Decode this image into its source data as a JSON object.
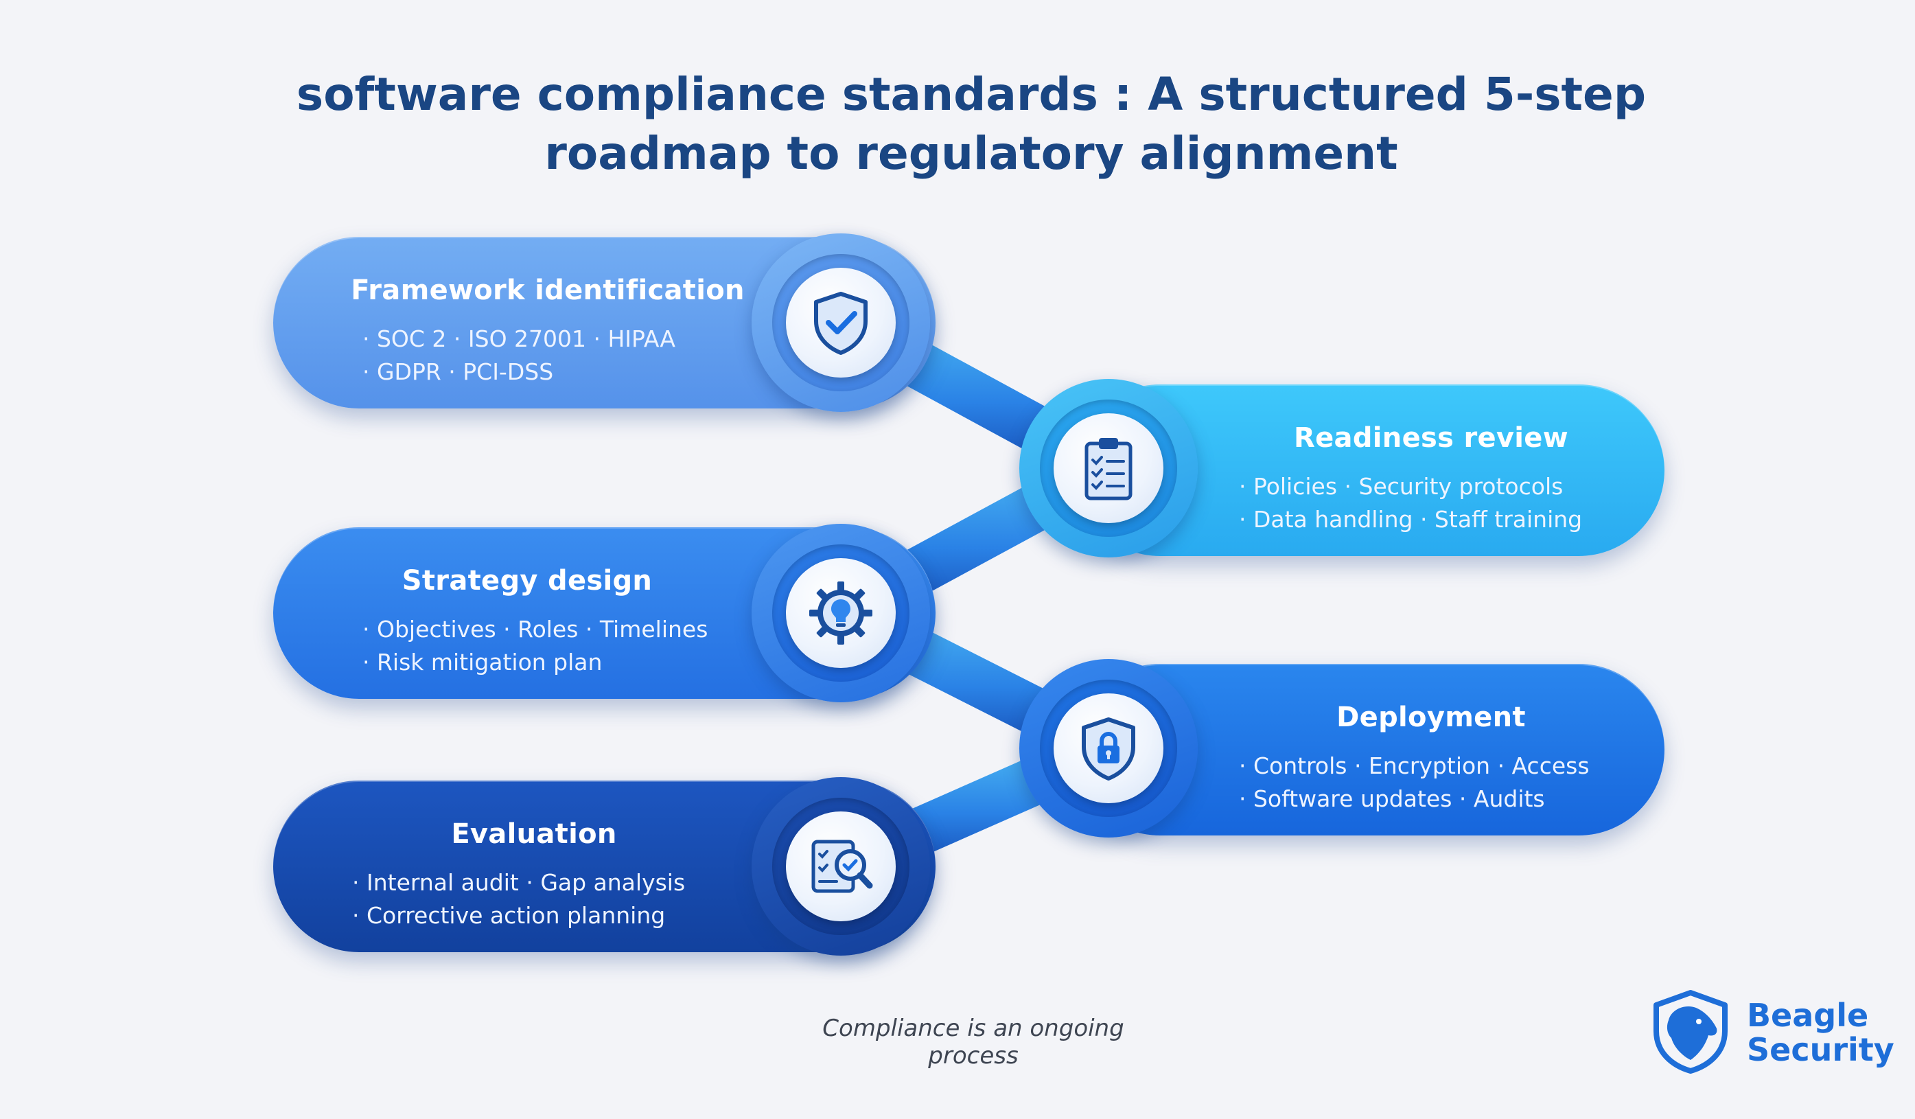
{
  "title": {
    "line1": "software compliance standards : A structured 5-step",
    "line2": "roadmap to regulatory alignment"
  },
  "steps": [
    {
      "heading": "Framework identification",
      "bullets": [
        "· SOC 2 · ISO 27001 · HIPAA",
        "· GDPR · PCI-DSS"
      ],
      "icon": "shield-check-icon",
      "color": "#5f9ff0"
    },
    {
      "heading": "Readiness review",
      "bullets": [
        "· Policies · Security protocols",
        "· Data handling · Staff training"
      ],
      "icon": "clipboard-checklist-icon",
      "color": "#35bdf5"
    },
    {
      "heading": "Strategy design",
      "bullets": [
        "· Objectives · Roles · Timelines",
        "· Risk mitigation plan"
      ],
      "icon": "gear-lightbulb-icon",
      "color": "#2f7fe8"
    },
    {
      "heading": "Deployment",
      "bullets": [
        "· Controls · Encryption · Access",
        "· Software updates · Audits"
      ],
      "icon": "shield-lock-icon",
      "color": "#1c76e6"
    },
    {
      "heading": "Evaluation",
      "bullets": [
        "· Internal audit · Gap analysis",
        "· Corrective action planning"
      ],
      "icon": "document-magnifier-icon",
      "color": "#184fb5"
    }
  ],
  "footer": "Compliance is an ongoing process",
  "brand": {
    "line1": "Beagle",
    "line2": "Security",
    "icon": "beagle-shield-logo"
  },
  "colors": {
    "title": "#1a4683",
    "background": "#f3f4f8",
    "icon": "#1a4f9e",
    "brand": "#1e6ed8"
  }
}
